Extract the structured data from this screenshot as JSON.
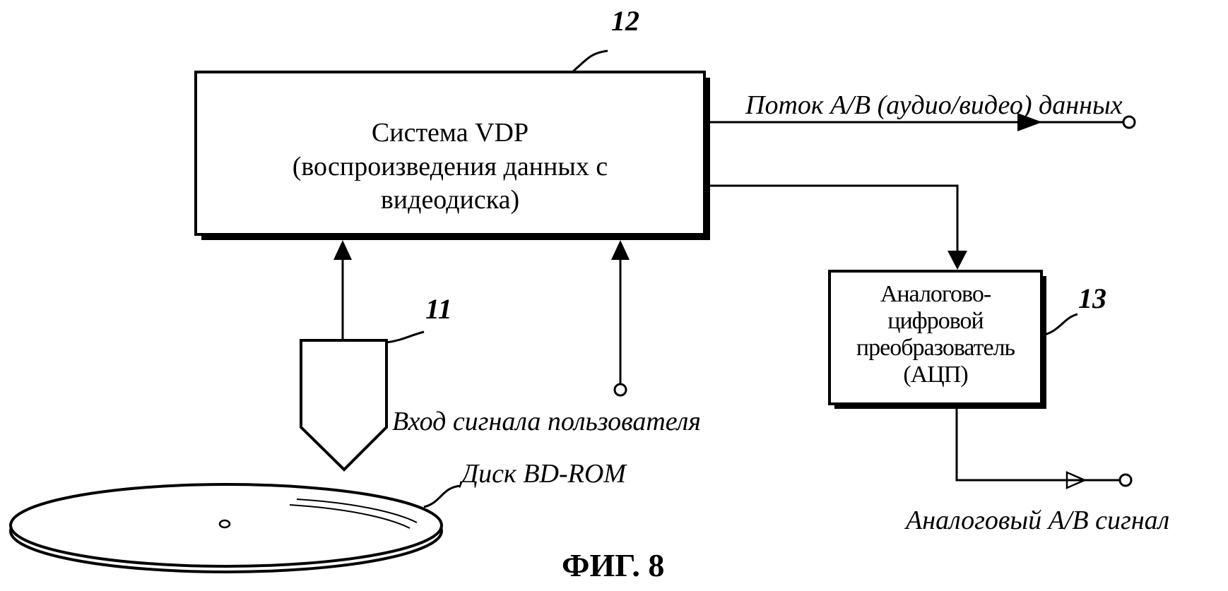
{
  "vdp_block": {
    "ref_number": "12",
    "line1": "Система VDP",
    "line2": "(воспроизведения данных с",
    "line3": "видеодиска)"
  },
  "pickup": {
    "ref_number": "11"
  },
  "adc_block": {
    "ref_number": "13",
    "line1": "Аналогово-",
    "line2": "цифровой",
    "line3": "преобразователь",
    "line4": "(АЦП)"
  },
  "labels": {
    "av_stream": "Поток A/B (аудио/видео) данных",
    "user_input": "Вход сигнала пользователя",
    "disc": "Диск BD-ROM",
    "analog_out": "Аналоговый A/B сигнал"
  },
  "caption": "ФИГ. 8"
}
